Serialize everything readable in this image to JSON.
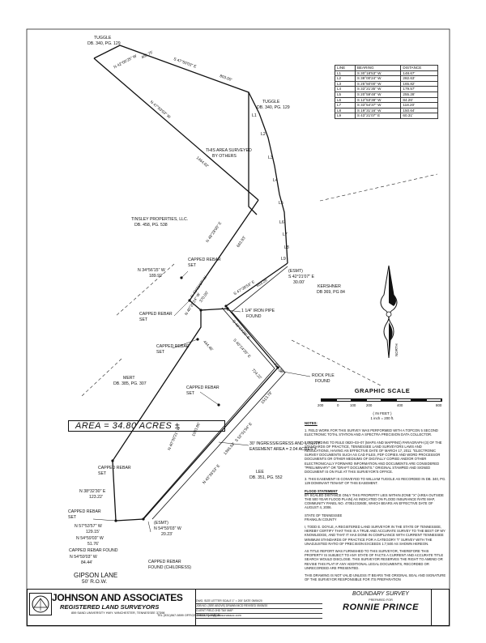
{
  "labels": {
    "tuggle_nw_name": "TUGGLE",
    "tuggle_nw_deed": "DB. 340, PG. 129",
    "tuggle_e_name": "TUGGLE",
    "tuggle_e_deed": "DB. 340, PG. 129",
    "surveyed_by_others_1": "THIS AREA SURVEYED",
    "surveyed_by_others_2": "BY OTHERS",
    "tinsley_name": "TINSLEY PROPERTIES, LLC.",
    "tinsley_deed": "DB. 458, PG. 538",
    "kershner_name": "KERSHNER",
    "kershner_deed": "DB 369, PG 84",
    "mert_name": "MERT",
    "mert_deed": "DB. 385, PG. 307",
    "lee_name": "LEE",
    "lee_deed": "DB. 351, PG. 552",
    "capped_rebar_set_1_a": "CAPPED REBAR",
    "capped_rebar_set_1_b": "SET",
    "capped_rebar_set_2_a": "CAPPED REBAR",
    "capped_rebar_set_2_b": "SET",
    "capped_rebar_set_3_a": "CAPPED REBAR",
    "capped_rebar_set_3_b": "SET",
    "capped_rebar_set_4_a": "CAPPED REBAR",
    "capped_rebar_set_4_b": "SET",
    "capped_rebar_set_5_a": "CAPPED REBAR",
    "capped_rebar_set_5_b": "SET",
    "capped_rebar_set_6_a": "CAPPED REBAR",
    "capped_rebar_set_6_b": "SET",
    "capped_rebar_found": "CAPPED REBAR FOUND",
    "capped_rebar_found_childress_a": "CAPPED REBAR",
    "capped_rebar_found_childress_b": "FOUND (CHILDRESS)",
    "iron_pipe_a": "1 1/4\" IRON PIPE",
    "iron_pipe_b": "FOUND",
    "rock_pile_a": "ROCK PILE",
    "rock_pile_b": "FOUND",
    "easement_1": "30' INGRESS/EGRESS AND UTILITY",
    "easement_2": "EASEMENT AREA = 2.04 ACRES ±",
    "esmt_1_tag": "(ESMT)",
    "esmt_1_bearing": "S 42°21'07\" E",
    "esmt_1_dist": "30.00'",
    "esmt_2_tag": "(ESMT)",
    "esmt_2_bearing": "N 54°59'03\" W",
    "esmt_2_dist": "20.23'",
    "call_a_bearing": "N 34°56'15\" W",
    "call_a_dist": "189.92'",
    "call_b_bearing": "N 38°32'30\" E",
    "call_b_dist": "123.22'",
    "call_c_bearing": "N 57°53'57\" W",
    "call_c_dist": "129.15'",
    "call_d_bearing": "N 54°59'03\" W",
    "call_d_dist": "51.76'",
    "call_e_bearing": "N 54°59'03\" W",
    "call_e_dist": "84.44'",
    "gipson_1": "GIPSON LANE",
    "gipson_2": "50' R.O.W.",
    "area_text": "AREA = 34.80 ACRES ±"
  },
  "line_bearings": {
    "l1": "N 42°00'25\" W",
    "l1_dist": "406.75'",
    "l2": "S 47°50'03\" E",
    "l2_dist": "803.00'",
    "l3": "N 47°50'03\" W",
    "l3_dist": "1464.02'",
    "l4": "N 48°28'00\" E",
    "l4_dist": "663.93'",
    "l5": "N 42°21'07\" W",
    "l5_dist": "370.00'",
    "l6": "S 47°38'53\" E",
    "l6_dist": "653.26'",
    "l7": "S 40°24'20\" E",
    "l7_dist": "724.22'",
    "l8": "N 40°25'24\" W",
    "l8_dist": "444.46'",
    "l9": "N 40°30'21\" W",
    "l9_dist": "1093.86'",
    "l10": "N 43°36'53\" E",
    "l10_dist": "1366.58'",
    "l11": "S 40°24'20\" E",
    "l11_dist": "720.85'",
    "l12": "S 52°51'54\" E",
    "l12_dist": "1513.79'"
  },
  "line_table": {
    "headers": [
      "LINE",
      "BEARING",
      "DISTANCE"
    ],
    "rows": [
      [
        "L1",
        "S 30°18'53\" W",
        "148.67'"
      ],
      [
        "L2",
        "S 38°00'24\" W",
        "282.63'"
      ],
      [
        "L3",
        "S 25°50'00\" W",
        "165.82'"
      ],
      [
        "L4",
        "S 33°21'35\" W",
        "179.57'"
      ],
      [
        "L5",
        "S 20°59'48\" W",
        "255.28'"
      ],
      [
        "L6",
        "S 12°53'38\" W",
        "84.26'"
      ],
      [
        "L7",
        "S 33°54'37\" W",
        "118.20'"
      ],
      [
        "L8",
        "S 19°31'16\" W",
        "150.64'"
      ],
      [
        "L9",
        "S 43°21'07\" E",
        "60.31'"
      ]
    ]
  },
  "compass": {
    "north_label": "NORTH"
  },
  "graphic_scale": {
    "title": "GRAPHIC SCALE",
    "ticks": [
      "200",
      "0",
      "100",
      "200",
      "400",
      "800"
    ],
    "unit_line": "( IN FEET )",
    "ratio": "1 inch = 200 ft."
  },
  "notes": {
    "heading": "NOTES:",
    "n1": "1.  FIELD WORK FOR THIS SURVEY WAS PERFORMED WITH A TOPCON 5 SECOND ELECTRONIC TOTAL STATION AND A SPECTRA PRECISION DATA COLLECTOR.",
    "n2": "2.  ACCORDING TO RULE 0820–03–07 (MAPS AND MAPPING) PARAGRAPH (3) OF THE STANDARDS OF PRACTICE, TENNESSEE LAND SURVEYORS LAWS AND REGULATIONS, HAVING AN EFFECTIVE DATE OF MARCH 17, 2011: \"ELECTRONIC SURVEY DOCUMENTS SUCH AS CAD FILES, PDF COPIES AND WORD PROCESSOR DOCUMENTS OR OTHER MEDIUMS OF DIGITALLY COPIED AND/OR OTHER ELECTRONICALLY FORWARD INFORMATION AND DOCUMENTS ARE CONSIDERED \"PRELIMINARY\" OR \"DRAFT DOCUMENTS.\" ORIGINAL STAMPED AND SIGNED DOCUMENT IS ON FILE AT THIS SURVEYOR'S OFFICE.",
    "n3": "3.  THIS EASEMENT IS CONVEYED TO WILLIAM TUGGLE AS RECORDED IN DB. 340, PG. 129 DOMINANT TENANT OF THIS EASEMENT.",
    "flood_heading": "FLOOD STATEMENT",
    "flood": "BY SCALED DISTANCE ONLY THIS PROPERTY LIES WITHIN ZONE \"X\" (AREA OUTSIDE THE 500 YEAR FLOOD PLAIN) AS INDICATED ON FLOOD INSURANCE RATE MAP, COMMUNITY PANEL NO. 47051C0260E, WHICH BEARS AN EFFECTIVE DATE OF AUGUST 4, 2006.",
    "state": "STATE OF TENNESSEE",
    "county": "FRANKLIN COUNTY",
    "cert": "I, TODD E. DOYLE, A REGISTERED LAND SURVEYOR IN THE STATE OF TENNESSEE, HEREBY CERTIFY THAT THIS IS A TRUE AND ACCURATE SURVEY TO THE BEST OF MY KNOWLEDGE, AND THAT IT HAS DONE IN COMPLIANCE WITH CURRENT TENNESSEE MINIMUM STANDARDS OF PRACTICE FOR A CATEGORY \"I\" SURVEY WITH THE UNADJUSTED RATIO OF PRECISION EXCEEDS 1:7,500 AS SHOWN HEREON.",
    "report": "AS TITLE REPORT WAS FURNISHED TO THIS SURVEYOR, THEREFORE THIS PROPERTY IS SUBJECT TO ANY STATE OF FACTS A CURRENT AND ACCURATE TITLE SEARCH WOULD DISCLOSE. THIS SURVEYOR RESERVES THE RIGHT TO AMEND OR REVISE THIS PLAT IF ANY ADDITIONAL LEGAL DOCUMENTS, RECORDED OR UNRECORDED ARE PRESENTED.",
    "valid": "THIS DRAWING IS NOT VALID UNLESS IT BEARS THE ORIGINAL SEAL AND SIGNATURE OF THE SURVEYOR RESPONSIBLE FOR ITS PREPARATION"
  },
  "title_block": {
    "company": "JOHNSON AND ASSOCIATES",
    "subtitle": "REGISTERED LAND SURVEYORS",
    "address": "859 SAND UNIVERSITY HWY.     WINCHESTER, TENNESSEE 37398",
    "contact": "TEL (931)967-9899  OFFICE    EMAIL: tjoe@johnsonassoc.com",
    "grid_rows": [
      "DWG. SIZE      LETTER      SCALE   1\" = 200'      DATE   05/06/20",
      "JOB NO.       (SEE ABOVE)      DRAWN   MCD      REVISED   05/05/20",
      "CLIENT              FIELD   JHD      TAX MAP",
      "                         CHECKED              PARCEL"
    ],
    "survey_title": "BOUNDARY SURVEY",
    "prepared_for": "PREPARED FOR",
    "client_name": "RONNIE PRINCE"
  }
}
